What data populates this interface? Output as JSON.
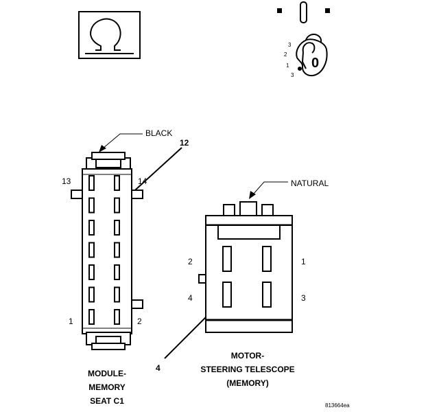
{
  "symbols": {
    "ohm_icon": "ohm-symbol-icon",
    "ignition_icon": "ignition-key-icon",
    "ignition_positions": {
      "p3_top": "3",
      "p2": "2",
      "p1": "1",
      "p3_bottom": "3",
      "key_text": "0"
    }
  },
  "labels": {
    "black": "BLACK",
    "natural": "NATURAL",
    "pin12": "12",
    "pin13": "13",
    "pin14": "14",
    "pin1_left": "1",
    "pin2_left": "2",
    "pin2_right": "2",
    "pin1_right": "1",
    "pin4_right": "4",
    "pin3_right": "3",
    "pin4_bottom": "4"
  },
  "connector_c1": {
    "name_lines": [
      "MODULE-",
      "MEMORY",
      "SEAT C1"
    ],
    "cavity_rows": 7,
    "cavity_columns": 2
  },
  "motor": {
    "name_lines": [
      "MOTOR-",
      "STEERING TELESCOPE",
      "(MEMORY)"
    ],
    "cavity_rows": 2,
    "cavity_columns": 2
  },
  "figure_id": "813664ea"
}
